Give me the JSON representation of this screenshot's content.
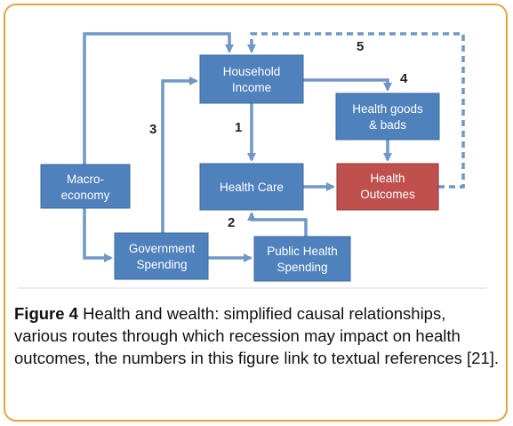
{
  "figure": {
    "boxes": {
      "household_income": [
        "Household",
        "Income"
      ],
      "health_goods": [
        "Health goods",
        "& bads"
      ],
      "macro_economy": [
        "Macro-",
        "economy"
      ],
      "health_care": [
        "Health Care"
      ],
      "health_outcomes": [
        "Health",
        "Outcomes"
      ],
      "government_spending": [
        "Government",
        "Spending"
      ],
      "public_health_spending": [
        "Public Health",
        "Spending"
      ]
    },
    "route_numbers": {
      "n1": "1",
      "n2": "2",
      "n3": "3",
      "n4": "4",
      "n5": "5"
    },
    "colors": {
      "box_blue": "#4f81bd",
      "box_red": "#c0504d",
      "arrow": "#6f97c8",
      "border": "#e8a53c"
    }
  },
  "caption": {
    "label": "Figure 4",
    "text": " Health and wealth: simplified causal relationships, various routes through which recession may impact on health outcomes, the numbers in this figure link to textual references [21]."
  }
}
